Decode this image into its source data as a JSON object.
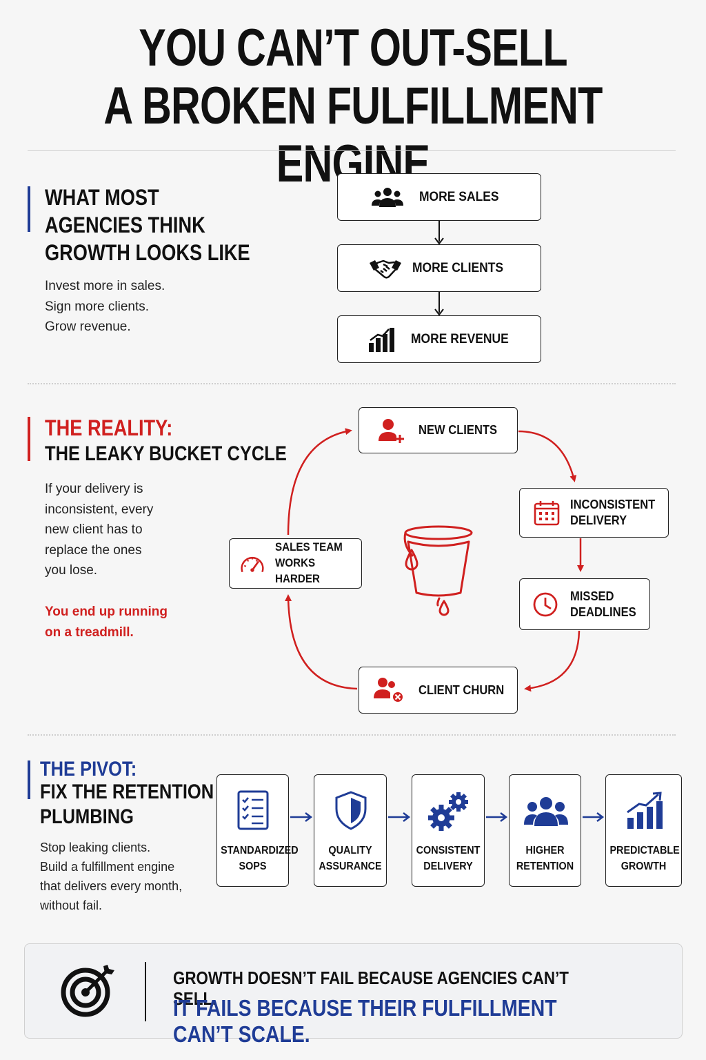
{
  "title": {
    "line1": "YOU CAN’T OUT-SELL",
    "line2": "A BROKEN FULFILLMENT ENGINE"
  },
  "section1": {
    "heading": [
      "WHAT MOST",
      "AGENCIES THINK",
      "GROWTH LOOKS LIKE"
    ],
    "body": [
      "Invest more in sales.",
      "Sign more clients.",
      "Grow revenue."
    ],
    "flow": [
      {
        "label": "MORE SALES",
        "icon": "group-icon"
      },
      {
        "label": "MORE CLIENTS",
        "icon": "handshake-icon"
      },
      {
        "label": "MORE REVENUE",
        "icon": "bar-chart-icon"
      }
    ]
  },
  "section2": {
    "heading_red": "THE REALITY:",
    "heading_black": "THE LEAKY BUCKET CYCLE",
    "body": [
      "If your delivery is",
      "inconsistent, every",
      "new client has to",
      "replace the ones",
      "you lose."
    ],
    "callout": [
      "You end up running",
      "on a treadmill."
    ],
    "cycle": {
      "new_clients": "NEW CLIENTS",
      "inconsistent_delivery": [
        "INCONSISTENT",
        "DELIVERY"
      ],
      "missed_deadlines": [
        "MISSED",
        "DEADLINES"
      ],
      "client_churn": "CLIENT CHURN",
      "sales_team": [
        "SALES TEAM",
        "WORKS HARDER"
      ]
    },
    "center_icon": "leaking-bucket-icon"
  },
  "section3": {
    "heading_blue": "THE PIVOT:",
    "heading_black": [
      "FIX THE RETENTION",
      "PLUMBING"
    ],
    "body": [
      "Stop leaking clients.",
      "Build a fulfillment engine",
      "that delivers every month,",
      "without fail."
    ],
    "steps": [
      {
        "label": [
          "STANDARDIZED",
          "SOPS"
        ],
        "icon": "checklist-icon"
      },
      {
        "label": [
          "QUALITY",
          "ASSURANCE"
        ],
        "icon": "shield-icon"
      },
      {
        "label": [
          "CONSISTENT",
          "DELIVERY"
        ],
        "icon": "gears-icon"
      },
      {
        "label": [
          "HIGHER",
          "RETENTION"
        ],
        "icon": "group-icon"
      },
      {
        "label": [
          "PREDICTABLE",
          "GROWTH"
        ],
        "icon": "growth-chart-icon"
      }
    ]
  },
  "footer": {
    "line1": "GROWTH DOESN’T FAIL BECAUSE AGENCIES CAN’T SELL.",
    "line2": "IT FAILS BECAUSE THEIR FULFILLMENT CAN’T SCALE.",
    "icon": "target-icon"
  },
  "colors": {
    "red": "#d0201f",
    "blue": "#1f3c96",
    "ink": "#111111"
  }
}
